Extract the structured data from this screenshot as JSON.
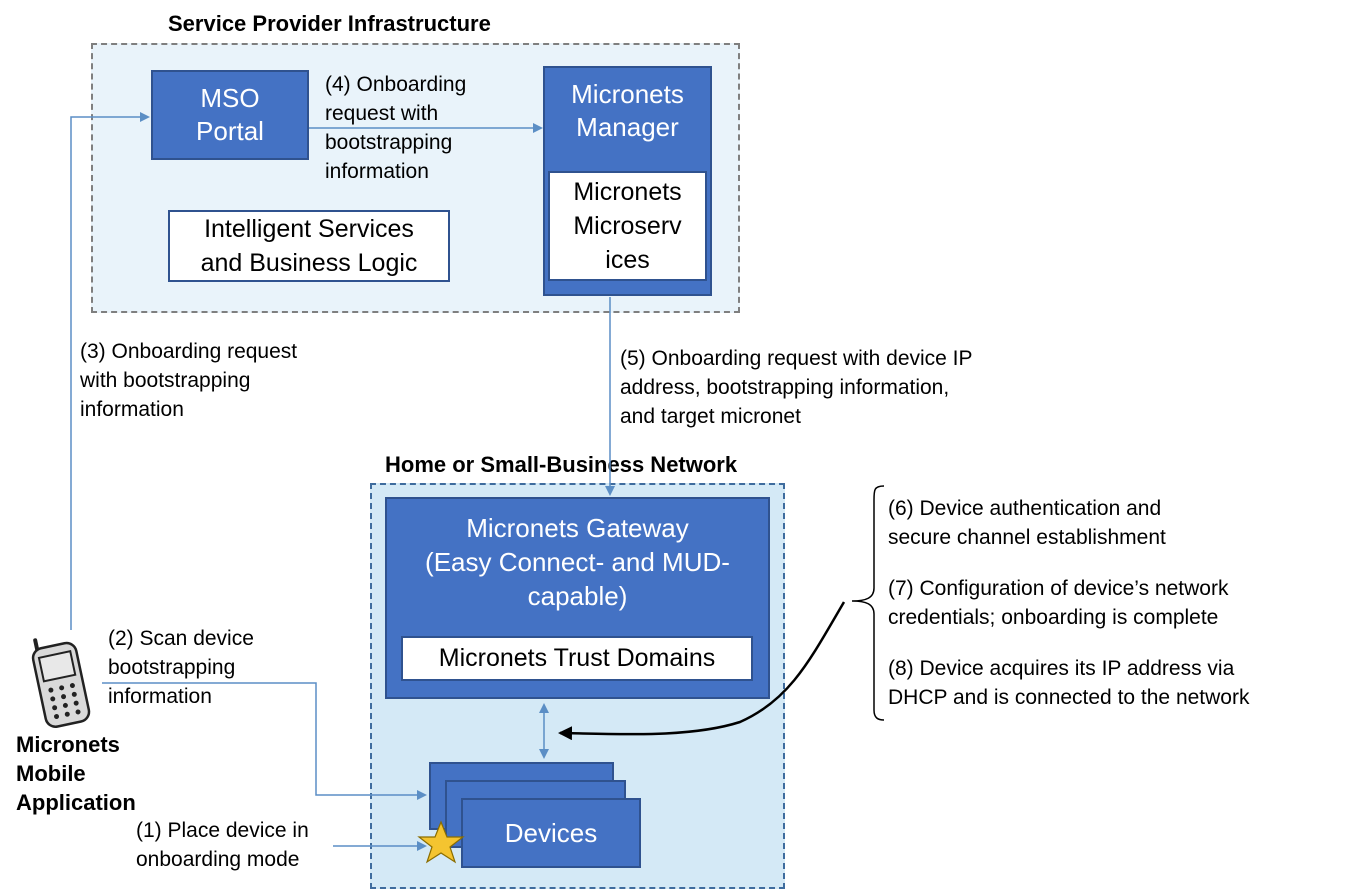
{
  "zones": {
    "service_provider": "Service Provider Infrastructure",
    "home_network": "Home or Small-Business Network"
  },
  "boxes": {
    "mso_portal": "MSO\nPortal",
    "micronets_manager": "Micronets\nManager",
    "micronets_microservices": "Micronets\nMicroserv\nices",
    "intelligent_services": "Intelligent Services\nand Business Logic",
    "micronets_gateway": "Micronets Gateway\n(Easy Connect- and MUD-\ncapable)",
    "trust_domains": "Micronets Trust Domains",
    "devices": "Devices"
  },
  "steps": {
    "step1": "(1) Place device in\nonboarding mode",
    "step2": "(2) Scan device\nbootstrapping\ninformation",
    "step3": "(3) Onboarding request\nwith bootstrapping\ninformation",
    "step4": "(4) Onboarding\nrequest with\nbootstrapping\ninformation",
    "step5": "(5) Onboarding request with device IP\naddress, bootstrapping information,\nand target micronet",
    "step6": "(6) Device authentication and\nsecure channel establishment",
    "step7": "(7) Configuration of device’s network\ncredentials; onboarding is complete",
    "step8": "(8) Device acquires its IP address via\nDHCP and is connected to the network"
  },
  "mobile_app": {
    "label": "Micronets\nMobile\nApplication",
    "icon": "mobile-phone-icon"
  },
  "star_icon": "star-icon",
  "colors": {
    "box_blue": "#4472c4",
    "box_border": "#2f528f",
    "sp_zone_fill": "#e9f3fa",
    "home_zone_fill": "#d4e9f6",
    "connector": "#5b8ec5",
    "star": "#f4c430"
  }
}
